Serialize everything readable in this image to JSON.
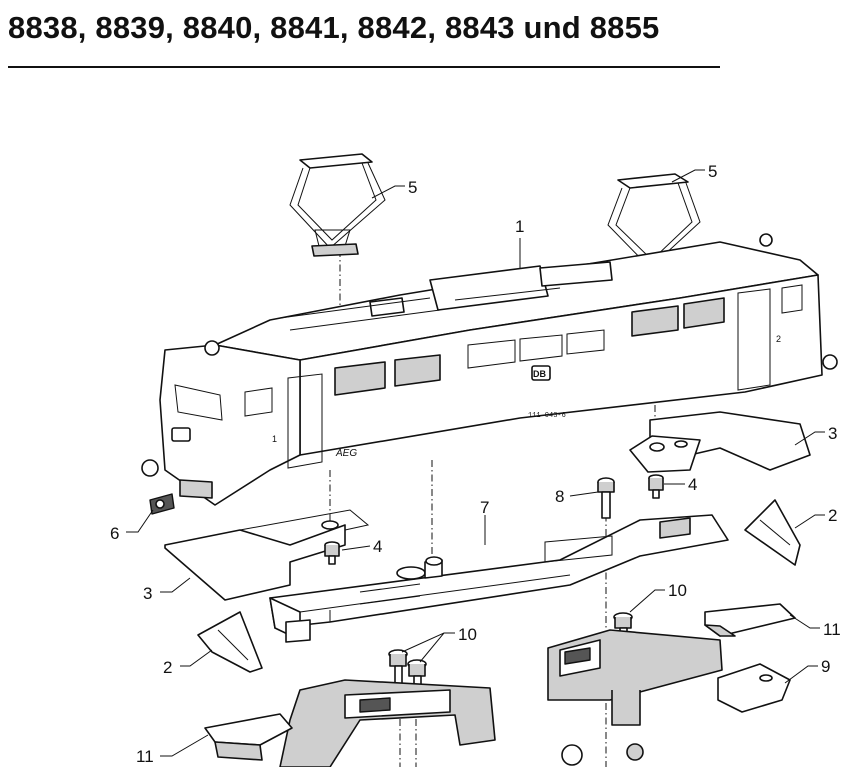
{
  "header": {
    "title": "8838, 8839, 8840, 8841, 8842, 8843 und 8855"
  },
  "callouts": [
    {
      "id": "c1",
      "text": "1"
    },
    {
      "id": "c5a",
      "text": "5"
    },
    {
      "id": "c5b",
      "text": "5"
    },
    {
      "id": "c3a",
      "text": "3"
    },
    {
      "id": "c3b",
      "text": "3"
    },
    {
      "id": "c4a",
      "text": "4"
    },
    {
      "id": "c4b",
      "text": "4"
    },
    {
      "id": "c8",
      "text": "8"
    },
    {
      "id": "c7",
      "text": "7"
    },
    {
      "id": "c6",
      "text": "6"
    },
    {
      "id": "c2a",
      "text": "2"
    },
    {
      "id": "c2b",
      "text": "2"
    },
    {
      "id": "c10a",
      "text": "10"
    },
    {
      "id": "c10b",
      "text": "10"
    },
    {
      "id": "c11a",
      "text": "11"
    },
    {
      "id": "c11b",
      "text": "11"
    },
    {
      "id": "c9",
      "text": "9"
    }
  ],
  "body_markings": {
    "number": "111 043-6",
    "maker": "AEG",
    "logo": "DB"
  }
}
